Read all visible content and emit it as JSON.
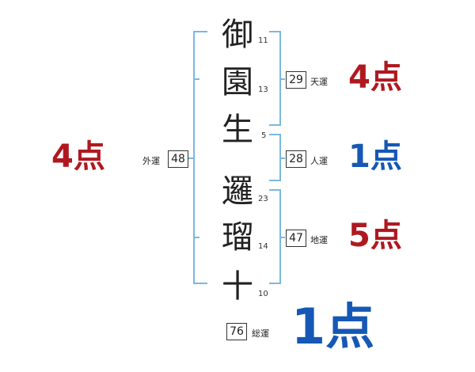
{
  "colors": {
    "bracket": "#7ab8df",
    "bad": "#b01820",
    "good": "#1558b5"
  },
  "characters": [
    {
      "char": "御",
      "strokes": "11"
    },
    {
      "char": "園",
      "strokes": "13"
    },
    {
      "char": "生",
      "strokes": "5"
    },
    {
      "char": "邏",
      "strokes": "23"
    },
    {
      "char": "瑠",
      "strokes": "14"
    },
    {
      "char": "十",
      "strokes": "10"
    }
  ],
  "fortunes": {
    "tenkaku": {
      "label": "天運",
      "value": "29",
      "score": "4点"
    },
    "jinkaku": {
      "label": "人運",
      "value": "28",
      "score": "1点"
    },
    "chikaku": {
      "label": "地運",
      "value": "47",
      "score": "5点"
    },
    "gaikaku": {
      "label": "外運",
      "value": "48",
      "score": "4点"
    },
    "soukaku": {
      "label": "総運",
      "value": "76",
      "score": "1点"
    }
  }
}
